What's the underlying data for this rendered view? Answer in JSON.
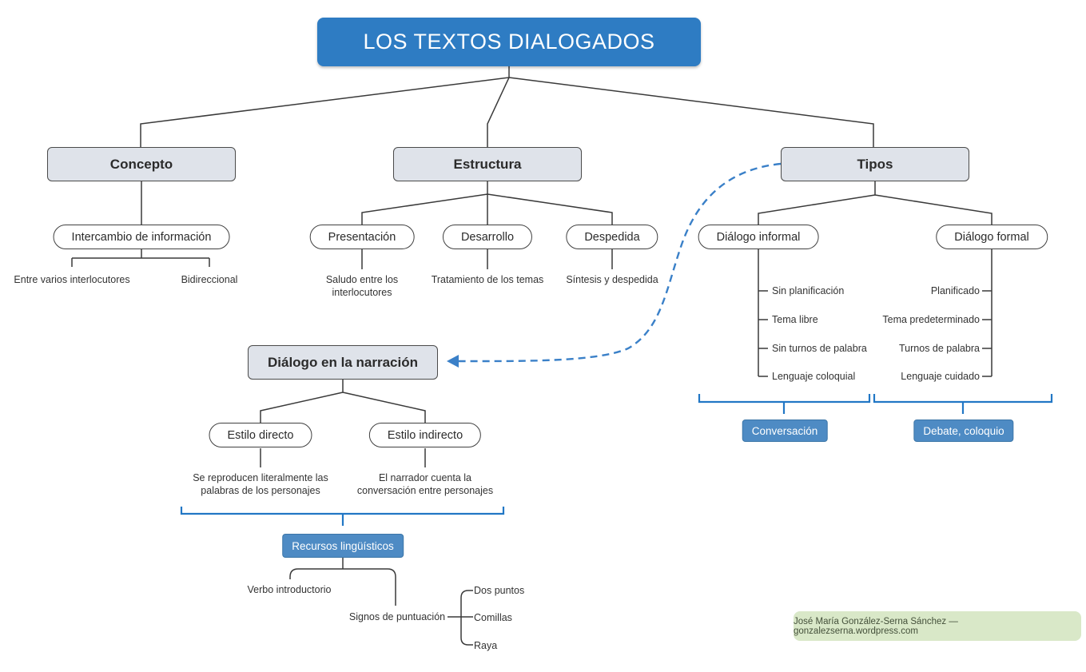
{
  "colors": {
    "accent-blue": "#2e7cc3",
    "node-blue": "#4e8bc4",
    "node-blue-border": "#3c76a8",
    "bracket-blue": "#2277c5",
    "dash-blue": "#3a80c8",
    "header-fill": "#dfe3ea",
    "line-dark": "#3a3a3a",
    "credit-green": "#d9e8c8"
  },
  "title": "LOS TEXTOS DIALOGADOS",
  "concepto": {
    "header": "Concepto",
    "node": "Intercambio de información",
    "children": [
      "Entre varios interlocutores",
      "Bidireccional"
    ]
  },
  "estructura": {
    "header": "Estructura",
    "nodes": [
      {
        "label": "Presentación",
        "desc": "Saludo entre los interlocutores"
      },
      {
        "label": "Desarrollo",
        "desc": "Tratamiento de los temas"
      },
      {
        "label": "Despedida",
        "desc": "Síntesis y despedida"
      }
    ]
  },
  "tipos": {
    "header": "Tipos",
    "informal": {
      "label": "Diálogo informal",
      "items": [
        "Sin planificación",
        "Tema libre",
        "Sin turnos de palabra",
        "Lenguaje coloquial"
      ],
      "result": "Conversación"
    },
    "formal": {
      "label": "Diálogo formal",
      "items": [
        "Planificado",
        "Tema predeterminado",
        "Turnos de palabra",
        "Lenguaje cuidado"
      ],
      "result": "Debate, coloquio"
    }
  },
  "narracion": {
    "header": "Diálogo en la narración",
    "directo": {
      "label": "Estilo directo",
      "desc": "Se reproducen literalmente las palabras de los personajes"
    },
    "indirecto": {
      "label": "Estilo indirecto",
      "desc": "El narrador cuenta la conversación entre personajes"
    },
    "recursos": {
      "label": "Recursos lingüísticos",
      "children": [
        "Verbo introductorio",
        "Signos de puntuación"
      ],
      "signos_items": [
        "Dos puntos",
        "Comillas",
        "Raya"
      ]
    }
  },
  "credit": "José María González-Serna Sánchez — gonzalezserna.wordpress.com"
}
